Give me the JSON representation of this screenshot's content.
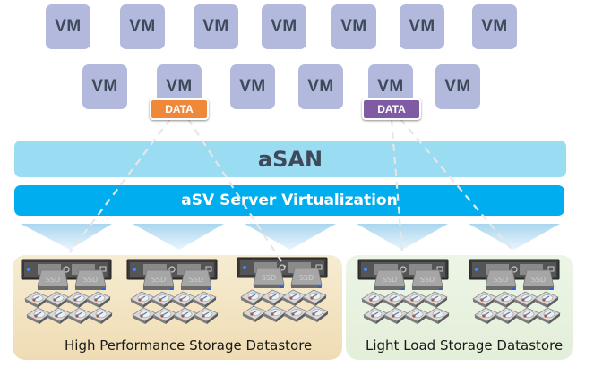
{
  "vms": {
    "row1": [
      "VM",
      "VM",
      "VM",
      "VM",
      "VM",
      "VM",
      "VM"
    ],
    "row2": [
      "VM",
      "VM",
      "VM",
      "VM",
      "VM",
      "VM"
    ]
  },
  "data_badges": [
    {
      "label": "DATA",
      "color": "#f0883a",
      "attached_to": "row2-vm-2"
    },
    {
      "label": "DATA",
      "color": "#7e5ba3",
      "attached_to": "row2-vm-5"
    }
  ],
  "layers": {
    "asan": {
      "label": "aSAN",
      "color": "#9adcf2",
      "text_color": "#3e4a5a"
    },
    "asv": {
      "label": "aSV Server Virtualization",
      "color": "#00aeef",
      "text_color": "#ffffff"
    }
  },
  "datastores": [
    {
      "label": "High Performance Storage Datastore",
      "color": "#f2e3c0",
      "servers": 3
    },
    {
      "label": "Light Load Storage Datastore",
      "color": "#e3efd9",
      "servers": 2
    }
  ],
  "server": {
    "drive_label": "SSD",
    "ssd_count": 2,
    "hdd_count": 8
  }
}
